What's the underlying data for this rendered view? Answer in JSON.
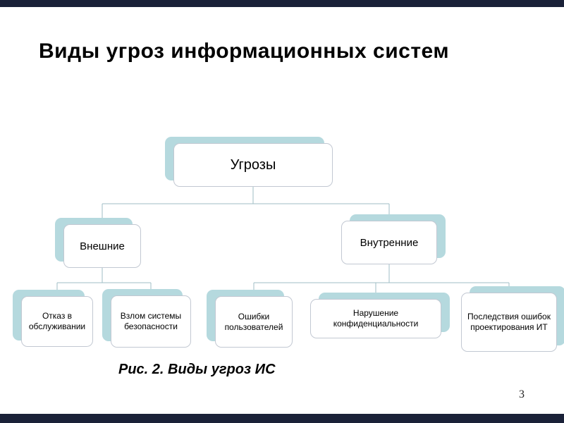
{
  "slide": {
    "title": "Виды угроз информационных систем",
    "caption": "Рис. 2. Виды угроз ИС",
    "page_number": "3"
  },
  "diagram": {
    "root": {
      "label": "Угрозы"
    },
    "external": {
      "label": "Внешние"
    },
    "internal": {
      "label": "Внутренние"
    },
    "children_external": [
      {
        "label": "Отказ в обслуживании"
      },
      {
        "label": "Взлом системы безопасности"
      }
    ],
    "children_internal": [
      {
        "label": "Ошибки пользователей"
      },
      {
        "label": "Нарушение конфиденциальности"
      },
      {
        "label": "Последствия ошибок проектирования ИТ"
      }
    ]
  },
  "colors": {
    "accent_teal": "#b5d9de",
    "bar_navy": "#1a2138",
    "connector": "#9fbec6",
    "box_border": "#c2c8d2"
  }
}
